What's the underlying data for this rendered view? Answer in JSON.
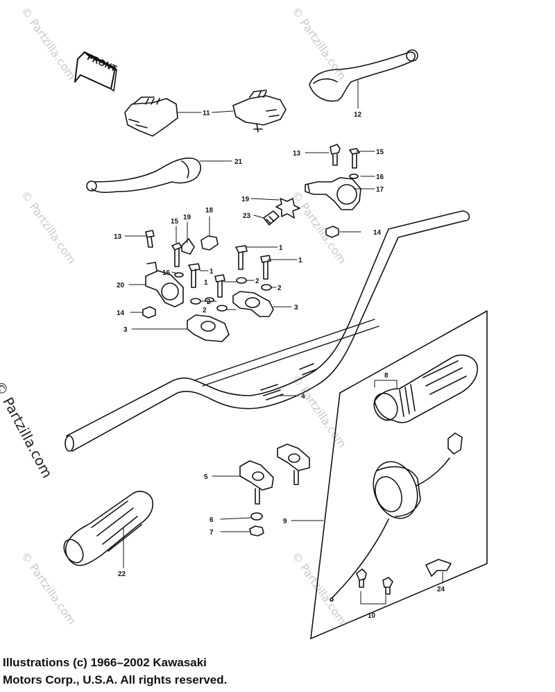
{
  "diagram": {
    "front_label": "FRONT",
    "watermark": "© Partzilla.com",
    "callouts": {
      "p1": "1",
      "p2": "2",
      "p3": "3",
      "p4": "4",
      "p5": "5",
      "p6": "6",
      "p7": "7",
      "p8": "8",
      "p9": "9",
      "p10": "10",
      "p11": "11",
      "p12": "12",
      "p13": "13",
      "p14": "14",
      "p15": "15",
      "p16": "16",
      "p17": "17",
      "p18": "18",
      "p19": "19",
      "p20": "20",
      "p21": "21",
      "p22": "22",
      "p23": "23",
      "p24": "24"
    }
  },
  "footer": {
    "line1": "Illustrations (c) 1966–2002 Kawasaki",
    "line2": "Motors Corp., U.S.A.  All rights reserved."
  }
}
